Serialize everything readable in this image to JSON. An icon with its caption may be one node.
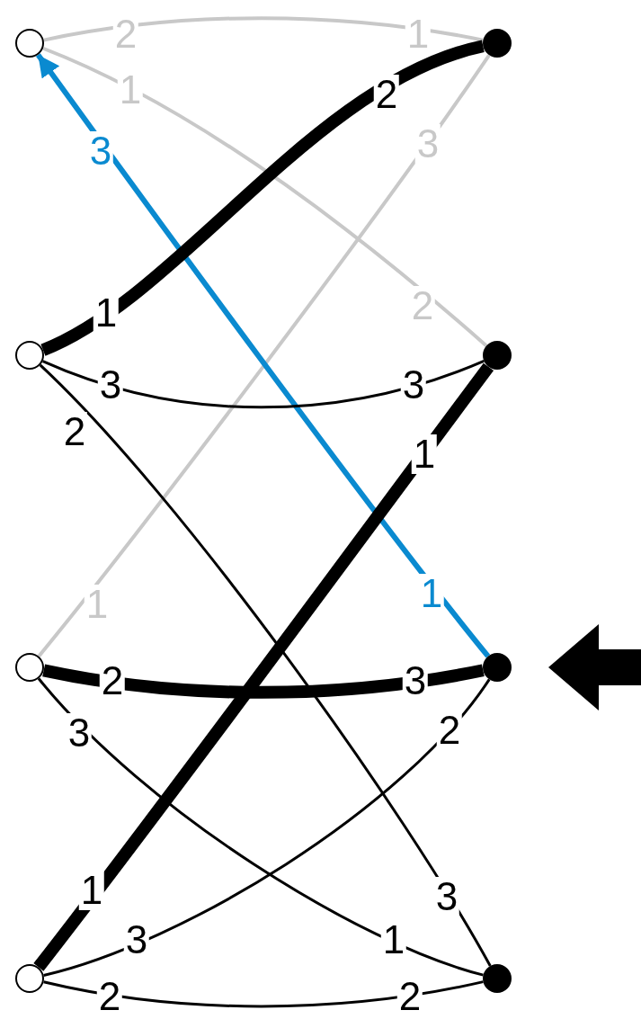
{
  "diagram": {
    "nodes": [
      {
        "text": [],
        "shape": "circle"
      },
      {
        "text": [],
        "shape": "circle"
      },
      {
        "text": [],
        "shape": "circle"
      },
      {
        "text": [],
        "shape": "circle"
      },
      {
        "text": [],
        "shape": "circle"
      },
      {
        "text": [],
        "shape": "circle"
      },
      {
        "text": [],
        "shape": "circle"
      },
      {
        "text": [],
        "shape": "circle"
      }
    ],
    "edges": [
      {
        "from": 0,
        "to": 1,
        "arrow": "none",
        "color": "#c8c8c8"
      },
      {
        "from": 0,
        "to": 3,
        "arrow": "none",
        "color": "#c8c8c8"
      },
      {
        "from": 1,
        "to": 4,
        "arrow": "none",
        "color": "#c8c8c8"
      },
      {
        "from": 5,
        "to": 0,
        "arrow": "to",
        "color": "#0a8ad0"
      },
      {
        "from": 2,
        "to": 1,
        "arrow": "none",
        "style": "thick"
      },
      {
        "from": 2,
        "to": 3,
        "arrow": "none"
      },
      {
        "from": 2,
        "to": 7,
        "arrow": "none"
      },
      {
        "from": 3,
        "to": 6,
        "arrow": "none",
        "style": "thick"
      },
      {
        "from": 4,
        "to": 5,
        "arrow": "none",
        "style": "thick"
      },
      {
        "from": 4,
        "to": 7,
        "arrow": "none"
      },
      {
        "from": 5,
        "to": 6,
        "arrow": "none"
      },
      {
        "from": 6,
        "to": 7,
        "arrow": "none"
      },
      {
        "from": null,
        "to": 5,
        "arrow": "to",
        "style": "thick"
      }
    ],
    "labels": [
      "2",
      "1",
      "1",
      "2",
      "3",
      "3",
      "2",
      "1",
      "3",
      "3",
      "2",
      "1",
      "1",
      "1",
      "2",
      "3",
      "3",
      "2",
      "1",
      "3",
      "1",
      "3",
      "2",
      "2"
    ]
  }
}
